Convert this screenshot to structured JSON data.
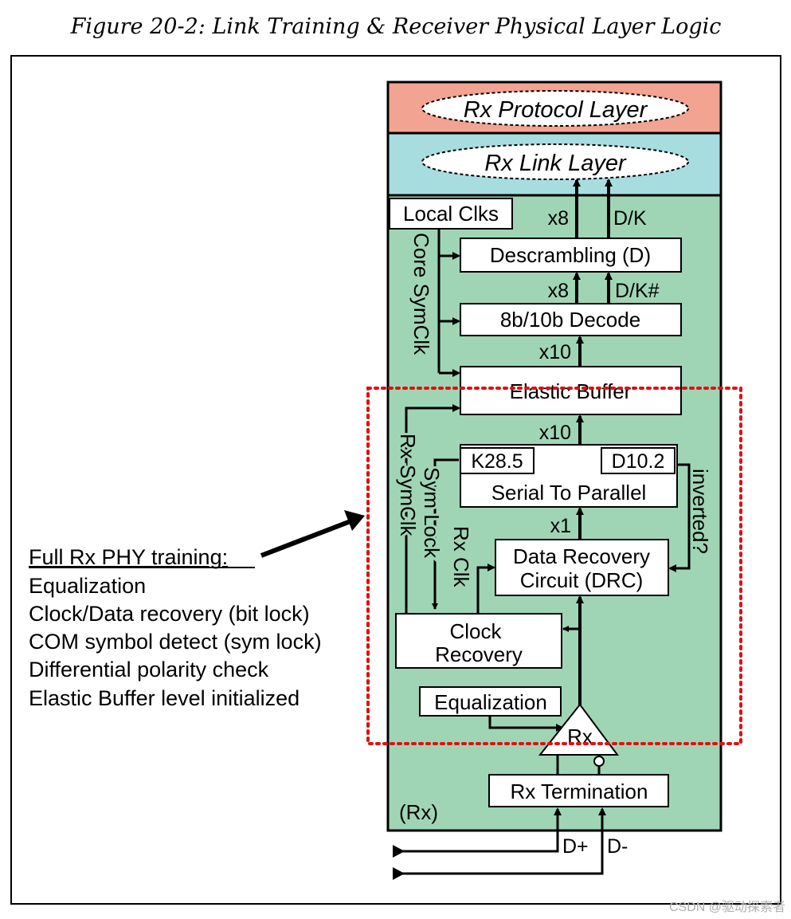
{
  "figure_title": "Figure 20-2: Link Training & Receiver Physical Layer Logic",
  "layers": {
    "protocol": "Rx Protocol Layer",
    "link": "Rx Link Layer"
  },
  "blocks": {
    "local_clks": "Local Clks",
    "descrambling": "Descrambling (D)",
    "decode": "8b/10b Decode",
    "elastic_buffer": "Elastic Buffer",
    "k285": "K28.5",
    "d102": "D10.2",
    "serial_to_parallel": "Serial To Parallel",
    "drc_line1": "Data Recovery",
    "drc_line2": "Circuit (DRC)",
    "clock_recovery_line1": "Clock",
    "clock_recovery_line2": "Recovery",
    "equalization": "Equalization",
    "rx": "Rx",
    "rx_termination": "Rx Termination",
    "rx_corner": "(Rx)"
  },
  "signals": {
    "x8_top": "x8",
    "dk_top": "D/K",
    "x8_mid": "x8",
    "dk_hash": "D/K#",
    "x10_a": "x10",
    "x10_b": "x10",
    "x1": "x1",
    "core_symclk": "Core SymClk",
    "rx_symclk": "Rx SymClk",
    "sym_lock": "Sym Lock",
    "rx_clk": "Rx Clk",
    "inverted": "inverted?",
    "d_plus": "D+",
    "d_minus": "D-"
  },
  "training_list": {
    "heading": "Full Rx PHY training:",
    "items": [
      "Equalization",
      "Clock/Data recovery (bit lock)",
      "COM symbol detect (sym lock)",
      "Differential polarity check",
      "Elastic Buffer level initialized"
    ]
  },
  "watermark": "CSDN @驱动探索者",
  "colors": {
    "protocol_layer": "#f2a391",
    "link_layer": "#a8dde0",
    "phy": "#9fd5b5",
    "training_boundary": "#e01010"
  }
}
